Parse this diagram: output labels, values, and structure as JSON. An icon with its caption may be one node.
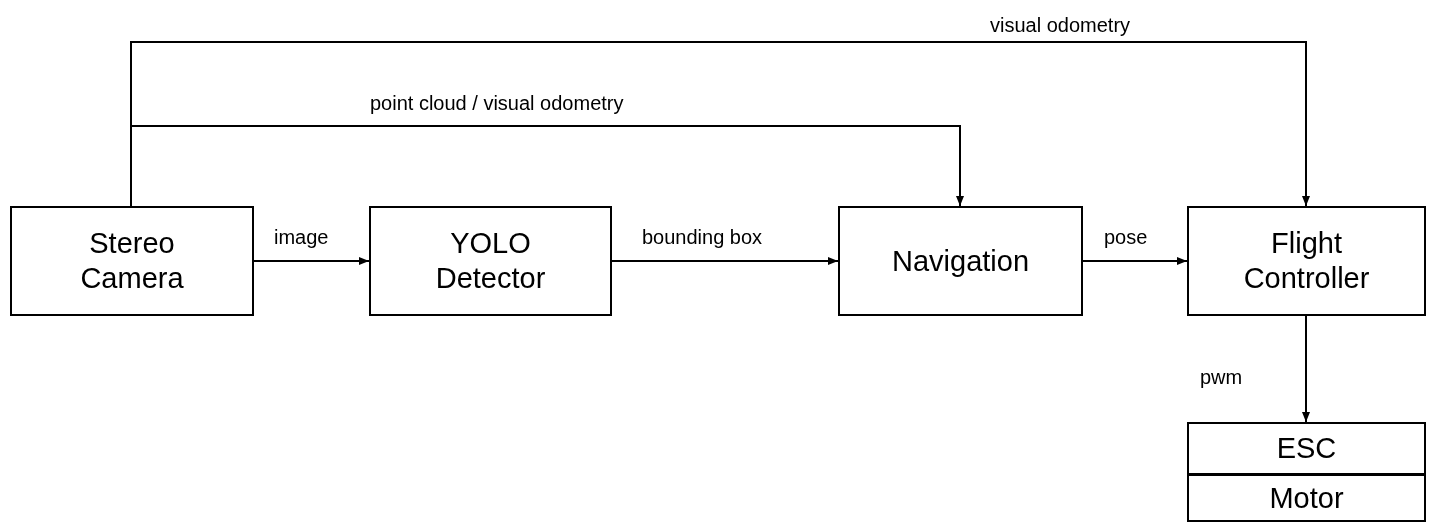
{
  "diagram": {
    "nodes": [
      {
        "text": [
          "Stereo Camera"
        ]
      },
      {
        "text": [
          "YOLO Detector"
        ]
      },
      {
        "text": [
          "Navigation"
        ]
      },
      {
        "text": [
          "Flight Controller"
        ]
      },
      {
        "text": [
          "ESC"
        ]
      },
      {
        "text": [
          "Motor"
        ]
      }
    ],
    "edges": [
      {
        "from": 0,
        "to": 1,
        "arrow": "to",
        "label": "image"
      },
      {
        "from": 1,
        "to": 2,
        "arrow": "to",
        "label": "bounding box"
      },
      {
        "from": 2,
        "to": 3,
        "arrow": "to",
        "label": "pose"
      },
      {
        "from": 0,
        "to": 2,
        "arrow": "to",
        "label": "point cloud / visual odometry"
      },
      {
        "from": 0,
        "to": 3,
        "arrow": "to",
        "label": "visual odometry"
      },
      {
        "from": 3,
        "to": 4,
        "arrow": "to",
        "label": "pwm"
      }
    ]
  }
}
